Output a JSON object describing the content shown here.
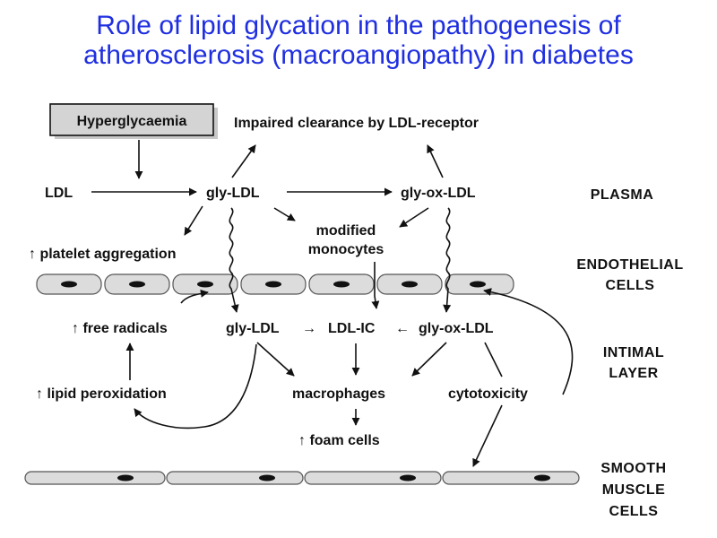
{
  "title": {
    "line1": "Role of lipid glycation in the pathogenesis of",
    "line2": "atherosclerosis (macroangiopathy) in diabetes"
  },
  "nodes": {
    "hyperglycaemia": "Hyperglycaemia",
    "impaired_clearance": "Impaired clearance by LDL-receptor",
    "ldl": "LDL",
    "gly_ldl_plasma": "gly-LDL",
    "gly_ox_ldl_plasma": "gly-ox-LDL",
    "modified_monocytes_1": "modified",
    "modified_monocytes_2": "monocytes",
    "platelet_aggregation": "↑ platelet aggregation",
    "free_radicals": "↑ free radicals",
    "gly_ldl_intimal": "gly-LDL",
    "ldl_ic": "LDL-IC",
    "gly_ox_ldl_intimal": "gly-ox-LDL",
    "arrow_right_glyph": "→",
    "arrow_left_glyph": "←",
    "lipid_peroxidation": "↑ lipid peroxidation",
    "macrophages": "macrophages",
    "cytotoxicity": "cytotoxicity",
    "foam_cells": "↑ foam cells"
  },
  "side_labels": {
    "plasma": "PLASMA",
    "endothelial_1": "ENDOTHELIAL",
    "endothelial_2": "CELLS",
    "intimal_1": "INTIMAL",
    "intimal_2": "LAYER",
    "smooth_1": "SMOOTH",
    "smooth_2": "MUSCLE",
    "smooth_3": "CELLS"
  },
  "colors": {
    "title": "#1f2fe0",
    "box_fill": "#d4d4d4",
    "cell_fill": "#dcdcdc",
    "nucleus": "#111111"
  }
}
